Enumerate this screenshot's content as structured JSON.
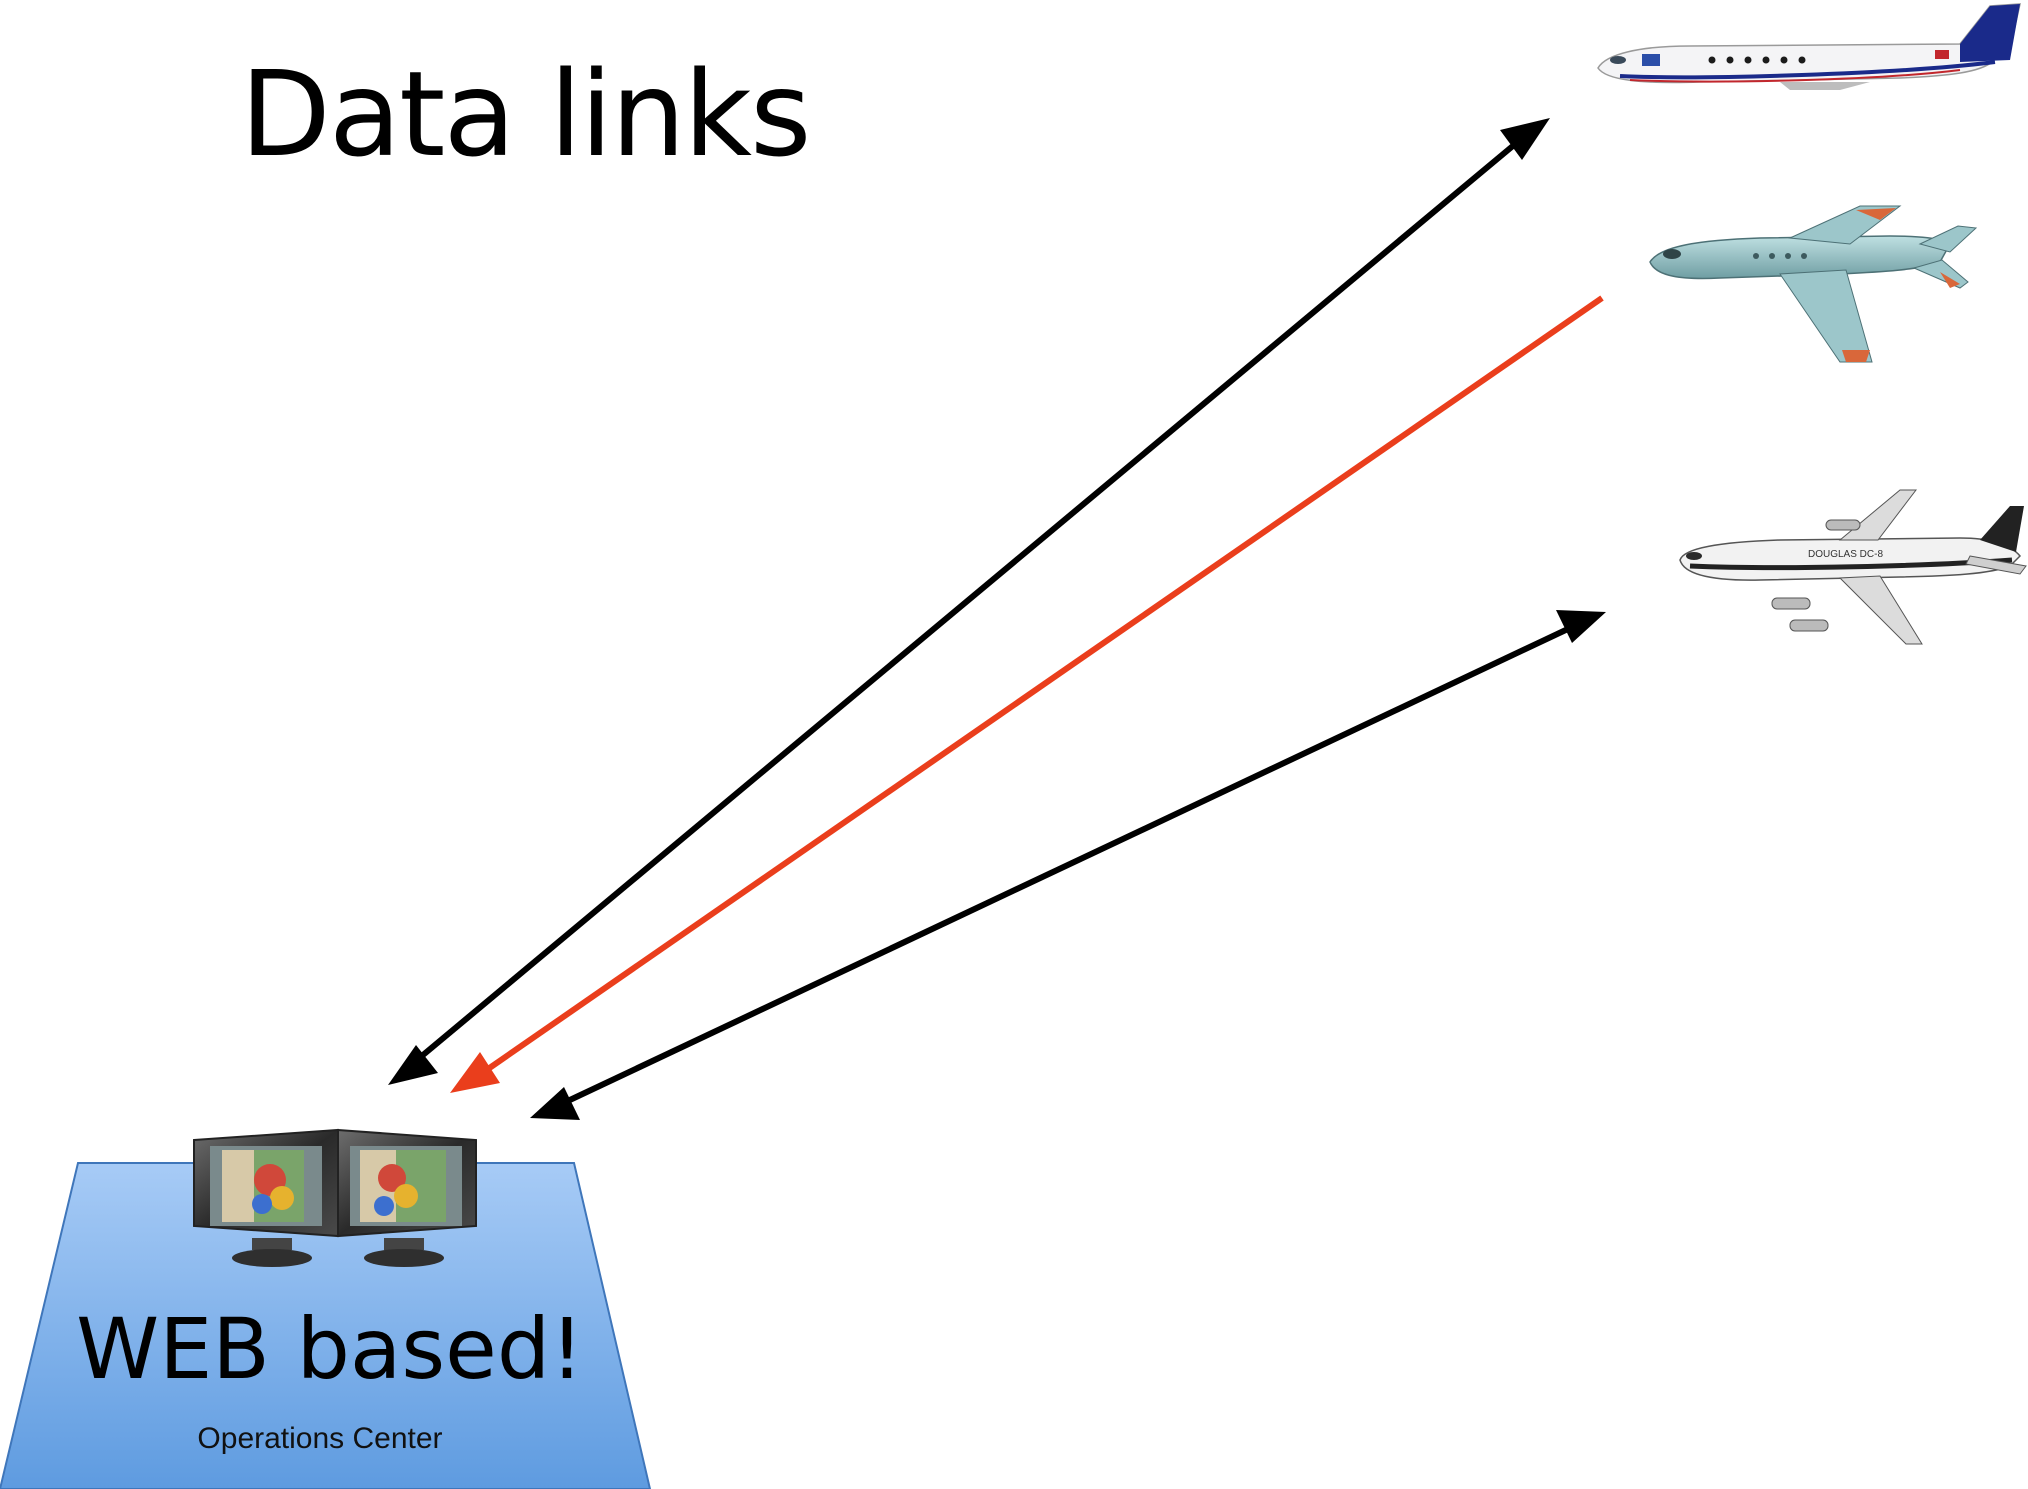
{
  "title": "Data links",
  "operations_center": {
    "main_label": "WEB based!",
    "sub_label": "Operations Center"
  },
  "aircraft": [
    {
      "name": "research-jet-top",
      "colors": {
        "body": "#f4f4f6",
        "tail": "#1a2a8a",
        "stripe": "#c2272d"
      }
    },
    {
      "name": "research-jet-middle",
      "colors": {
        "body": "#9fc4c8",
        "accent": "#d9673a"
      }
    },
    {
      "name": "douglas-dc8-bottom",
      "text": "DOUGLAS DC-8",
      "colors": {
        "body": "#f2f2f2",
        "stripe": "#222222"
      }
    }
  ],
  "links": [
    {
      "name": "link-top-aircraft",
      "direction": "bidirectional",
      "color": "#000000"
    },
    {
      "name": "link-middle-aircraft",
      "direction": "to-operations",
      "color": "#ea3e1c"
    },
    {
      "name": "link-bottom-aircraft",
      "direction": "bidirectional",
      "color": "#000000"
    }
  ]
}
